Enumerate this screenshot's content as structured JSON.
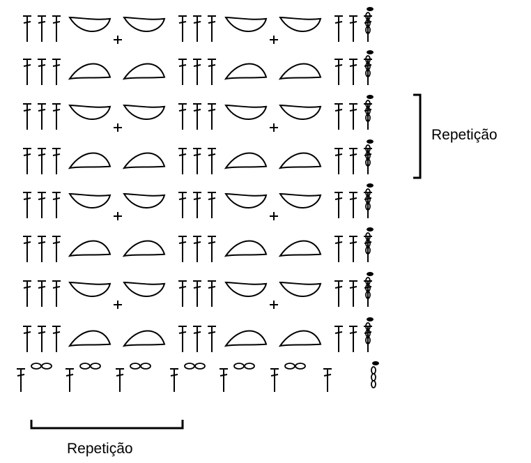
{
  "labels": {
    "vertical_repeat": "Repetição",
    "horizontal_repeat": "Repetição"
  },
  "pattern": {
    "foundation_row_symbols": [
      "dc",
      "ch",
      "ch",
      "dc",
      "ch",
      "ch",
      "dc",
      "ch",
      "ch",
      "dc",
      "ch",
      "ch",
      "dc",
      "ch",
      "ch",
      "dc",
      "ch",
      "ch",
      "dc",
      "ch",
      "ch",
      "dc"
    ],
    "body_rows": 8,
    "cells_per_row": 3,
    "symbols": {
      "dc": "double crochet",
      "ch": "chain",
      "sc": "single crochet",
      "petal": "loop petal",
      "turning_chain": "turning chain"
    }
  },
  "colors": {
    "ink": "#000000",
    "paper": "#ffffff"
  }
}
